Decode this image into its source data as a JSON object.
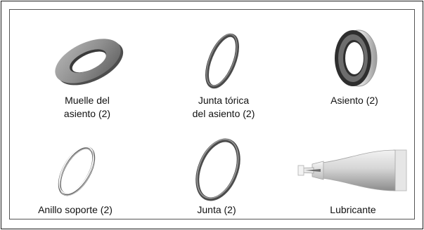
{
  "parts": [
    {
      "id": "seat-spring",
      "label_lines": [
        "Muelle del",
        "asiento (2)"
      ]
    },
    {
      "id": "seat-oring",
      "label_lines": [
        "Junta tórica",
        "del asiento (2)"
      ]
    },
    {
      "id": "seat",
      "label_lines": [
        "Asiento (2)"
      ]
    },
    {
      "id": "backup-ring",
      "label_lines": [
        "Anillo soporte (2)"
      ]
    },
    {
      "id": "gasket",
      "label_lines": [
        "Junta (2)"
      ]
    },
    {
      "id": "lubricant",
      "label_lines": [
        "Lubricante"
      ]
    }
  ],
  "icons": [
    "seat-spring-icon",
    "seat-oring-icon",
    "seat-icon",
    "backup-ring-icon",
    "gasket-icon",
    "lubricant-tube-icon"
  ]
}
